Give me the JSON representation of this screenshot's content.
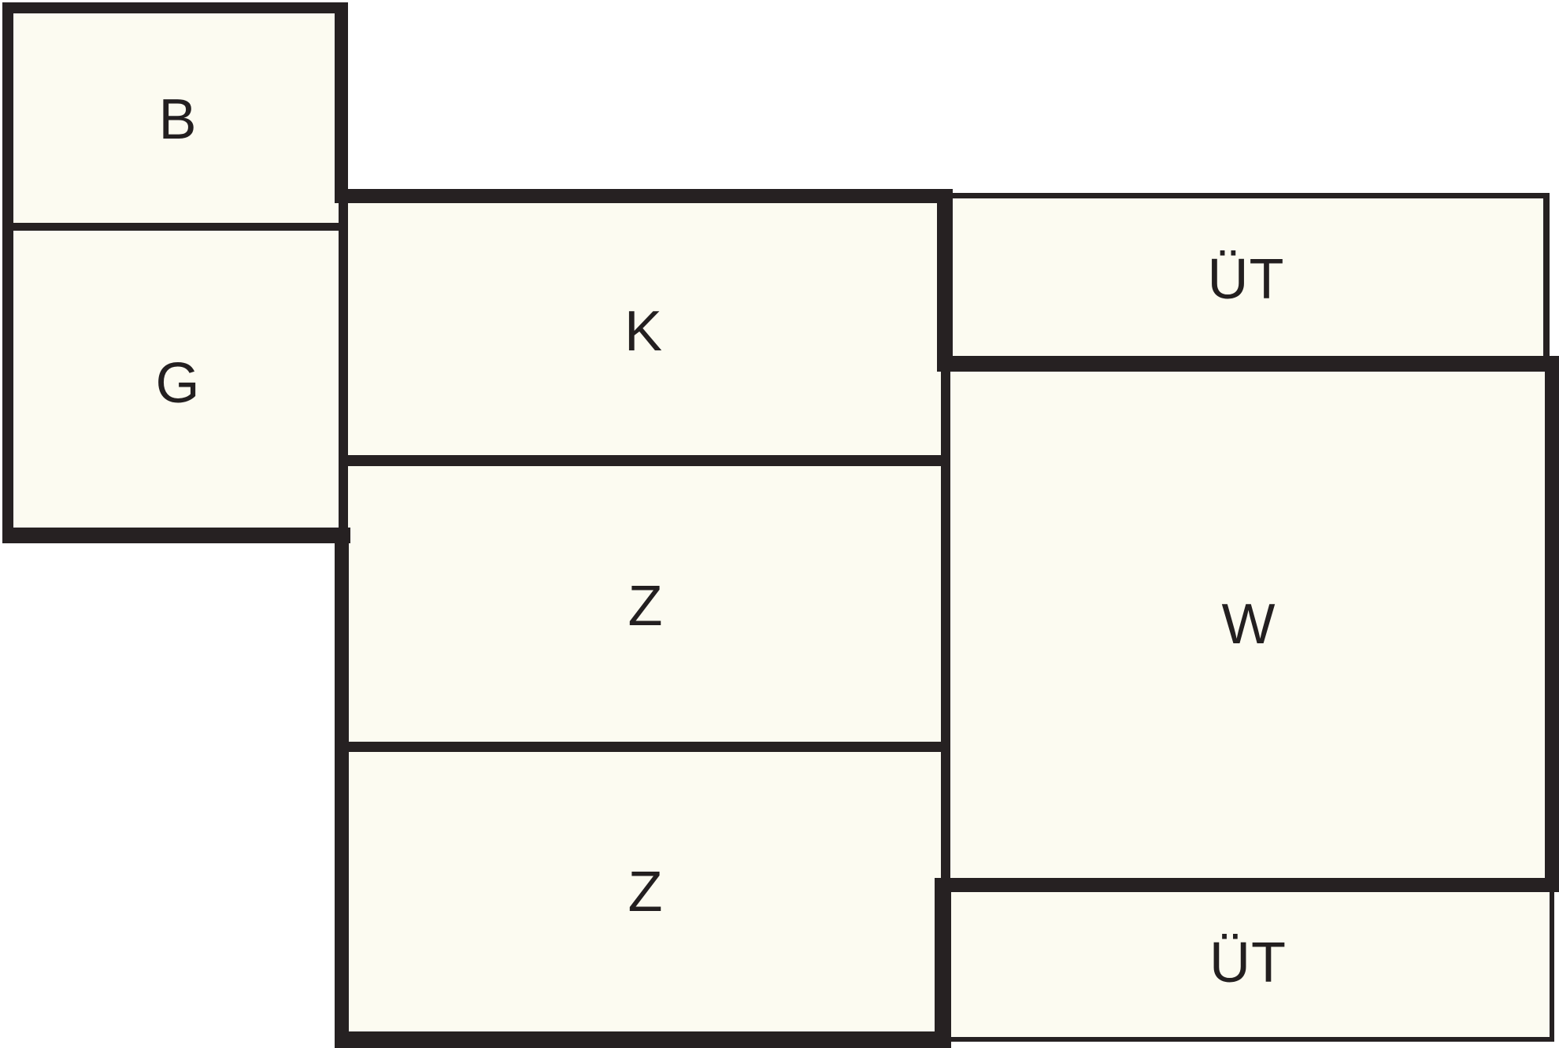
{
  "diagram": {
    "type": "floor-plan",
    "rooms": [
      {
        "id": "b",
        "label": "B"
      },
      {
        "id": "g",
        "label": "G"
      },
      {
        "id": "k",
        "label": "K"
      },
      {
        "id": "z1",
        "label": "Z"
      },
      {
        "id": "z2",
        "label": "Z"
      },
      {
        "id": "ut-top",
        "label": "ÜT"
      },
      {
        "id": "w",
        "label": "W"
      },
      {
        "id": "ut-bottom",
        "label": "ÜT"
      }
    ],
    "colors": {
      "wall": "#262122",
      "room_fill": "#FCFBF1",
      "background": "#FFFFFF",
      "label": "#231F20"
    }
  }
}
